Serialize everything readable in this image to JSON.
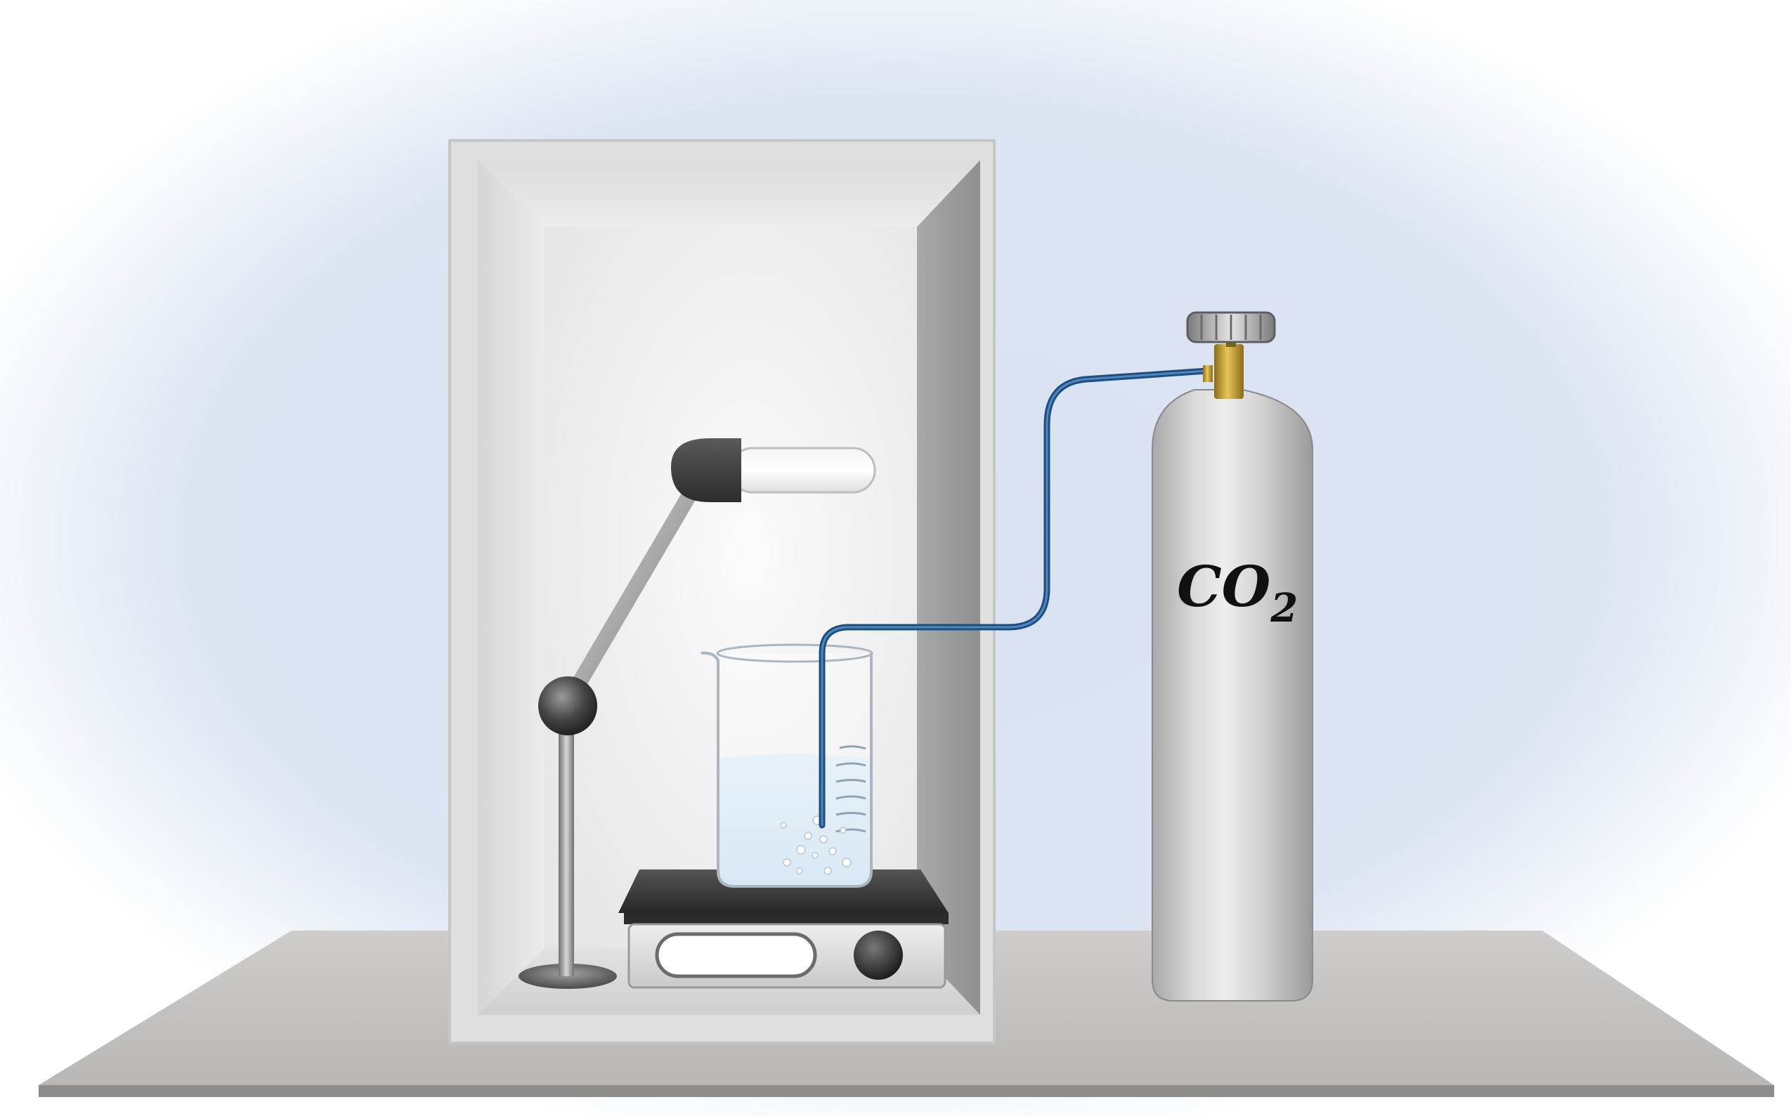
{
  "cylinder": {
    "label_main": "CO",
    "label_sub": "2"
  },
  "colors": {
    "background_glow": "#d9e2f2",
    "bench_top": "#c3c1c0",
    "bench_edge": "#8e8c8b",
    "chamber_frame": "#e0dfdf",
    "chamber_inner": "#f2f2f2",
    "gas_tube": "#2c5d8f",
    "cylinder_body": "#cfcfcf",
    "valve_brass": "#c9a23a",
    "liquid": "#cfe3f3",
    "stir_plate_top": "#3a3a3a"
  },
  "components": [
    "enclosure",
    "lamp",
    "lamp-stand",
    "beaker",
    "liquid",
    "gas-bubbles",
    "magnetic-stirrer",
    "gas-tube",
    "co2-cylinder",
    "cylinder-valve",
    "lab-bench"
  ]
}
